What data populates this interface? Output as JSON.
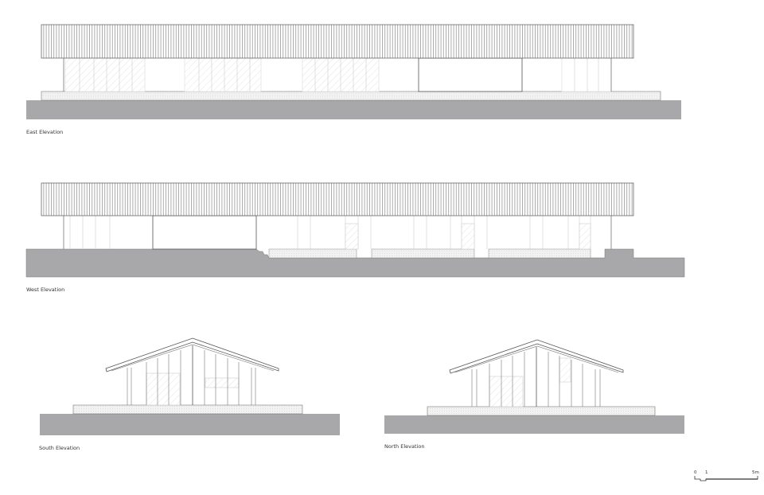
{
  "drawings": [
    {
      "id": "east",
      "title": "East Elevation"
    },
    {
      "id": "west",
      "title": "West Elevation"
    },
    {
      "id": "south",
      "title": "South Elevation"
    },
    {
      "id": "north",
      "title": "North Elevation"
    }
  ],
  "scale_bar": {
    "ticks": [
      "0",
      "1",
      "5m"
    ]
  },
  "colors": {
    "ground": "#a8a8aa",
    "line": "#555555",
    "plinth": "#eeeeee",
    "glazing": "#d8d8d8"
  }
}
